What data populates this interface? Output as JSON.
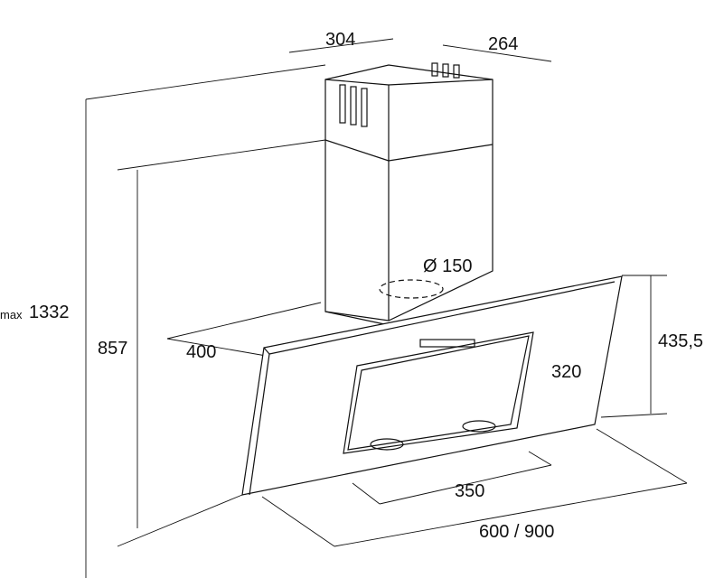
{
  "dimensions": {
    "chimney_width": "304",
    "chimney_depth": "264",
    "max_height_prefix": "max",
    "max_height_value": "1332",
    "chimney_height": "857",
    "duct_diameter": "Ø 150",
    "hood_depth": "400",
    "hood_height": "435,5",
    "panel_height": "320",
    "panel_width": "350",
    "hood_width": "600 / 900"
  },
  "colors": {
    "line": "#111111",
    "background": "#ffffff"
  }
}
